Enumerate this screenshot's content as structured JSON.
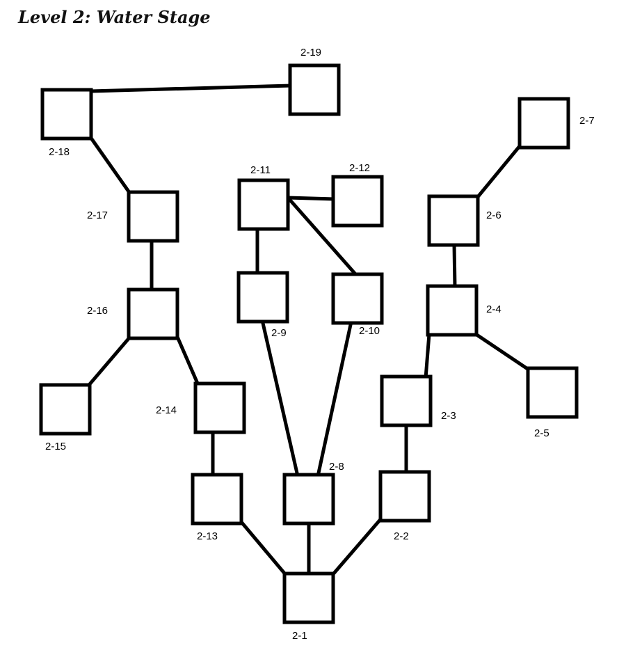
{
  "title": "Level 2: Water Stage",
  "levels": [
    {
      "id": "2-1",
      "label": "2-1"
    },
    {
      "id": "2-2",
      "label": "2-2"
    },
    {
      "id": "2-3",
      "label": "2-3"
    },
    {
      "id": "2-4",
      "label": "2-4"
    },
    {
      "id": "2-5",
      "label": "2-5"
    },
    {
      "id": "2-6",
      "label": "2-6"
    },
    {
      "id": "2-7",
      "label": "2-7"
    },
    {
      "id": "2-8",
      "label": "2-8"
    },
    {
      "id": "2-9",
      "label": "2-9"
    },
    {
      "id": "2-10",
      "label": "2-10"
    },
    {
      "id": "2-11",
      "label": "2-11"
    },
    {
      "id": "2-12",
      "label": "2-12"
    },
    {
      "id": "2-13",
      "label": "2-13"
    },
    {
      "id": "2-14",
      "label": "2-14"
    },
    {
      "id": "2-15",
      "label": "2-15"
    },
    {
      "id": "2-16",
      "label": "2-16"
    },
    {
      "id": "2-17",
      "label": "2-17"
    },
    {
      "id": "2-18",
      "label": "2-18"
    },
    {
      "id": "2-19",
      "label": "2-19"
    }
  ],
  "connections": [
    [
      "2-1",
      "2-13"
    ],
    [
      "2-1",
      "2-8"
    ],
    [
      "2-1",
      "2-2"
    ],
    [
      "2-2",
      "2-3"
    ],
    [
      "2-3",
      "2-4"
    ],
    [
      "2-4",
      "2-5"
    ],
    [
      "2-4",
      "2-6"
    ],
    [
      "2-6",
      "2-7"
    ],
    [
      "2-8",
      "2-9"
    ],
    [
      "2-8",
      "2-10"
    ],
    [
      "2-9",
      "2-11"
    ],
    [
      "2-10",
      "2-11"
    ],
    [
      "2-11",
      "2-12"
    ],
    [
      "2-13",
      "2-14"
    ],
    [
      "2-14",
      "2-16"
    ],
    [
      "2-16",
      "2-15"
    ],
    [
      "2-16",
      "2-17"
    ],
    [
      "2-17",
      "2-18"
    ],
    [
      "2-18",
      "2-19"
    ]
  ]
}
